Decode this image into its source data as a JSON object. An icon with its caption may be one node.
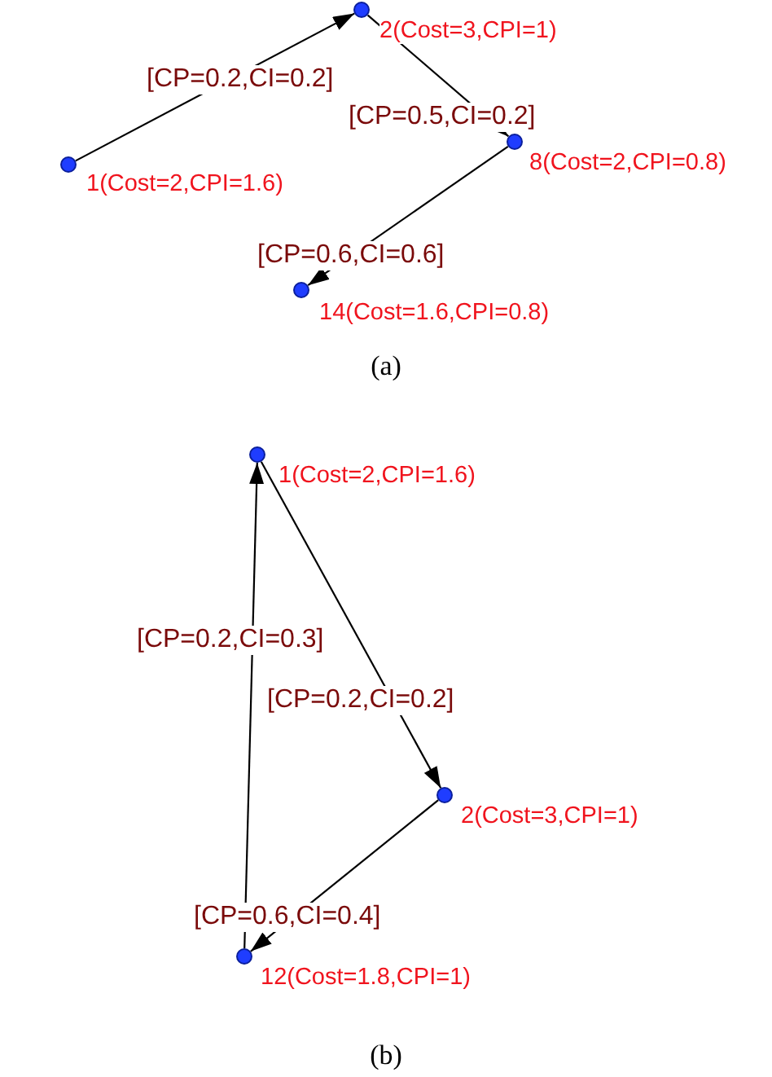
{
  "diagram": {
    "nodes": [
      {
        "text": [],
        "shape": "circle",
        "beside": [
          "1(Cost=2,CPI=1.6)"
        ]
      },
      {
        "text": [],
        "shape": "circle",
        "beside": [
          "2(Cost=3,CPI=1)"
        ]
      },
      {
        "text": [],
        "shape": "circle",
        "beside": [
          "8(Cost=2,CPI=0.8)"
        ]
      },
      {
        "text": [],
        "shape": "circle",
        "beside": [
          "14(Cost=1.6,CPI=0.8)"
        ]
      },
      {
        "text": [],
        "shape": "circle",
        "beside": [
          "1(Cost=2,CPI=1.6)"
        ]
      },
      {
        "text": [],
        "shape": "circle",
        "beside": [
          "2(Cost=3,CPI=1)"
        ]
      },
      {
        "text": [],
        "shape": "circle",
        "beside": [
          "12(Cost=1.8,CPI=1)"
        ]
      }
    ],
    "edges": [
      {
        "from": 0,
        "to": 1,
        "arrow": "to",
        "label": "[CP=0.2,CI=0.2]"
      },
      {
        "from": 1,
        "to": 2,
        "arrow": "to",
        "label": "[CP=0.5,CI=0.2]"
      },
      {
        "from": 2,
        "to": 3,
        "arrow": "to",
        "label": "[CP=0.6,CI=0.6]"
      },
      {
        "from": 4,
        "to": 5,
        "arrow": "to",
        "label": "[CP=0.2,CI=0.2]"
      },
      {
        "from": 5,
        "to": 6,
        "arrow": "to",
        "label": "[CP=0.6,CI=0.4]"
      },
      {
        "from": 6,
        "to": 4,
        "arrow": "to",
        "label": "[CP=0.2,CI=0.3]"
      }
    ],
    "labels": [
      "(a)",
      "(b)"
    ]
  }
}
